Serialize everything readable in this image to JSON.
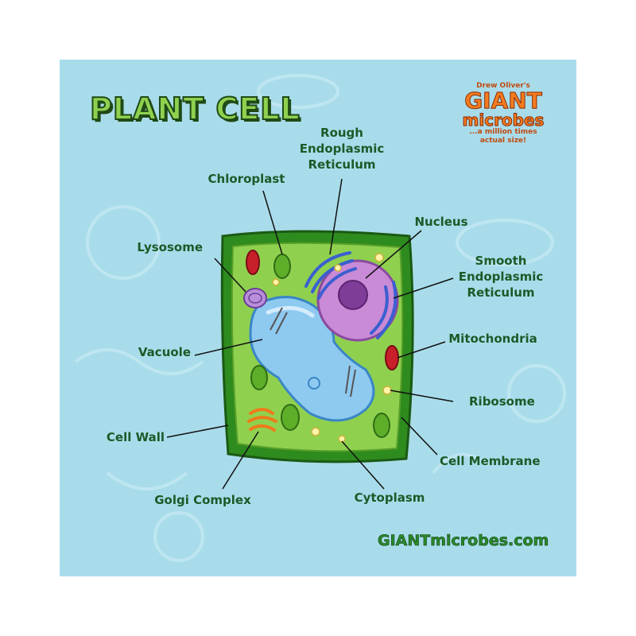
{
  "title": "PLANT CELL",
  "brand": {
    "byline": "Drew Oliver's",
    "name_line1": "GIANT",
    "name_line2": "microbes",
    "tagline_line1": "...a million times",
    "tagline_line2": "actual size!"
  },
  "website": "GIANTmicrobes.com",
  "labels": {
    "rough_er": [
      "Rough",
      "Endoplasmic",
      "Reticulum"
    ],
    "chloroplast": "Chloroplast",
    "lysosome": "Lysosome",
    "nucleus": "Nucleus",
    "smooth_er": [
      "Smooth",
      "Endoplasmic",
      "Reticulum"
    ],
    "vacuole": "Vacuole",
    "mitochondria": "Mitochondria",
    "ribosome": "Ribosome",
    "cell_wall": "Cell Wall",
    "cell_membrane": "Cell Membrane",
    "golgi_complex": "Golgi Complex",
    "cytoplasm": "Cytoplasm"
  },
  "colors": {
    "background": "#a9dcea",
    "cell_wall": "#2e8b1e",
    "cytoplasm": "#8fd14f",
    "vacuole": "#8ec9f0",
    "nucleus": "#c98ad6",
    "label_text": "#1b5a28"
  }
}
